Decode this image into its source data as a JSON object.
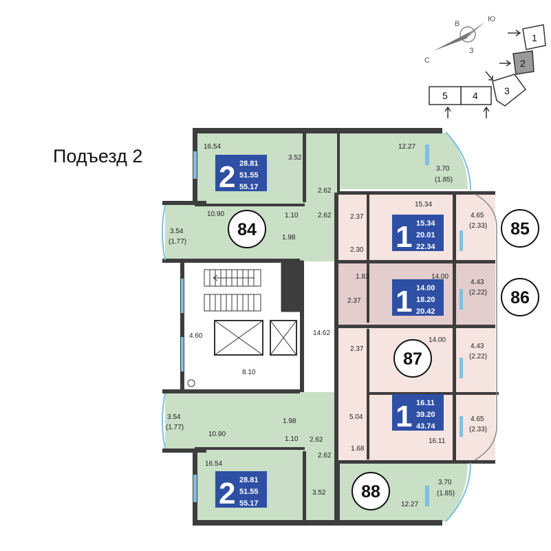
{
  "entrance_title": "Подъезд 2",
  "colors": {
    "two_room": "#c9dfc6",
    "one_room": "#f6e4e1",
    "highlight": "#e3cdcd",
    "badge": "#2e4fa3",
    "wall": "#3d3d3d",
    "window": "#7ec0e3"
  },
  "compass": {
    "n": "В",
    "e": "Ю",
    "s": "З",
    "w": "С"
  },
  "mini_map": {
    "sections": [
      "1",
      "2",
      "3",
      "4",
      "5"
    ],
    "active": "2"
  },
  "apartments": [
    {
      "id": "84",
      "rooms": "2",
      "areas": [
        "28.81",
        "51.55",
        "55.17"
      ]
    },
    {
      "id": "85",
      "rooms": "1",
      "areas": [
        "15.34",
        "20.01",
        "22.34"
      ]
    },
    {
      "id": "86",
      "rooms": "1",
      "areas": [
        "14.00",
        "18.20",
        "20.42"
      ]
    },
    {
      "id": "87",
      "rooms": "",
      "areas": []
    },
    {
      "id": "88",
      "rooms": "2",
      "areas": [
        "28.81",
        "51.55",
        "55.17"
      ]
    },
    {
      "id": "",
      "rooms": "1",
      "areas": [
        "16.11",
        "39.20",
        "43.74"
      ]
    }
  ],
  "room_labels": {
    "r1": "16.54",
    "r2": "3.52",
    "r3": "12.27",
    "r4": "3.70",
    "r5": "(1.85)",
    "r6": "2.62",
    "r7": "10.90",
    "r8": "1.10",
    "r9": "2.62",
    "r10": "3.54",
    "r11": "(1.77)",
    "r12": "1.98",
    "r13": "2.37",
    "r14": "15.34",
    "r15": "4.65",
    "r16": "(2.33)",
    "r17": "2.30",
    "r18": "1.83",
    "r19": "14.00",
    "r20": "4.43",
    "r21": "(2.22)",
    "r22": "2.37",
    "r23": "14.62",
    "r24": "4.60",
    "r25": "2.37",
    "r26": "14.00",
    "r27": "4.43",
    "r28": "(2.22)",
    "r29": "8.10",
    "r30": "5.04",
    "r31": "4.65",
    "r32": "(2.33)",
    "r33": "3.54",
    "r34": "(1.77)",
    "r35": "1.98",
    "r36": "10.90",
    "r37": "1.10",
    "r38": "2.62",
    "r39": "16.11",
    "r40": "1.68",
    "r41": "2.62",
    "r42": "16.54",
    "r43": "3.70",
    "r44": "(1.85)",
    "r45": "3.52",
    "r46": "12.27"
  }
}
